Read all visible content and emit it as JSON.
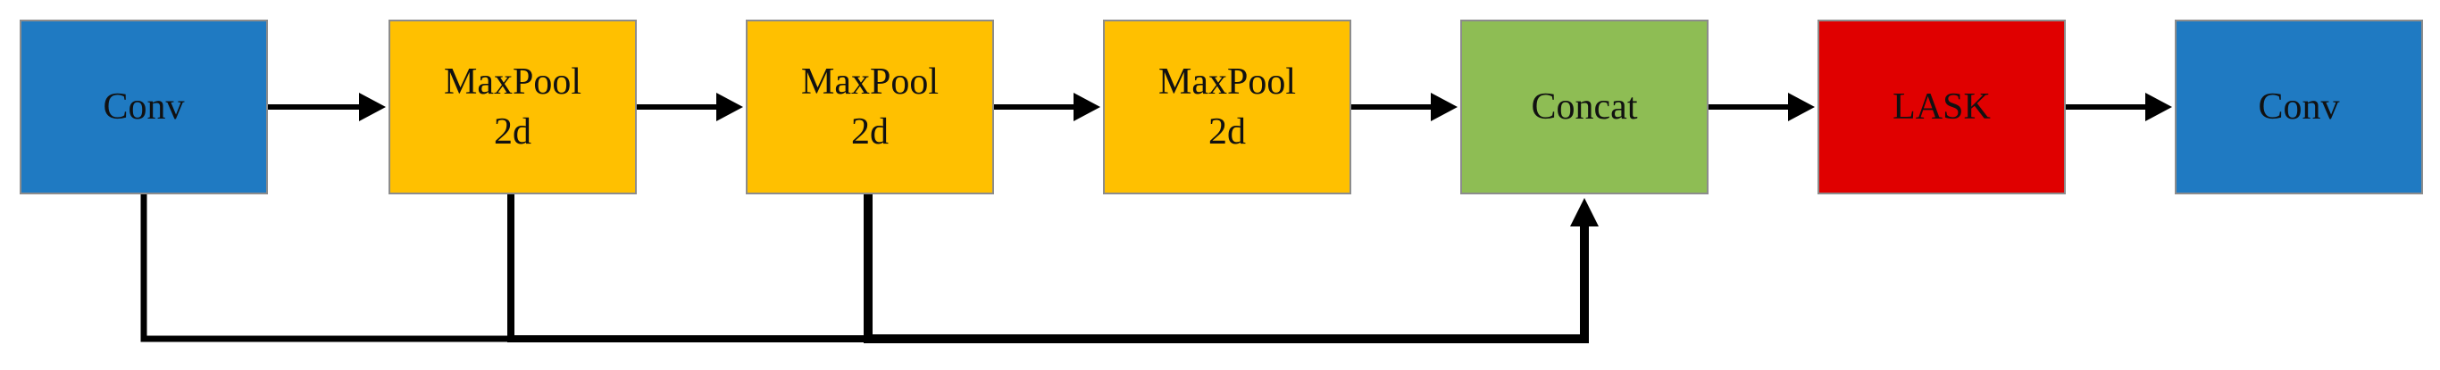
{
  "blocks": [
    {
      "id": "conv1",
      "label": "Conv",
      "color": "#1f7ac2"
    },
    {
      "id": "mp1",
      "label": "MaxPool\n2d",
      "color": "#ffc000"
    },
    {
      "id": "mp2",
      "label": "MaxPool\n2d",
      "color": "#ffc000"
    },
    {
      "id": "mp3",
      "label": "MaxPool\n2d",
      "color": "#ffc000"
    },
    {
      "id": "concat",
      "label": "Concat",
      "color": "#8ebd54"
    },
    {
      "id": "lask",
      "label": "LASK",
      "color": "#e00000"
    },
    {
      "id": "conv2",
      "label": "Conv",
      "color": "#1f7ac2"
    }
  ],
  "edges": [
    {
      "from": "conv1",
      "to": "mp1"
    },
    {
      "from": "mp1",
      "to": "mp2"
    },
    {
      "from": "mp2",
      "to": "mp3"
    },
    {
      "from": "mp3",
      "to": "concat"
    },
    {
      "from": "concat",
      "to": "lask"
    },
    {
      "from": "lask",
      "to": "conv2"
    },
    {
      "from": "conv1",
      "to": "concat",
      "type": "skip"
    },
    {
      "from": "mp1",
      "to": "concat",
      "type": "skip"
    },
    {
      "from": "mp2",
      "to": "concat",
      "type": "skip"
    }
  ]
}
